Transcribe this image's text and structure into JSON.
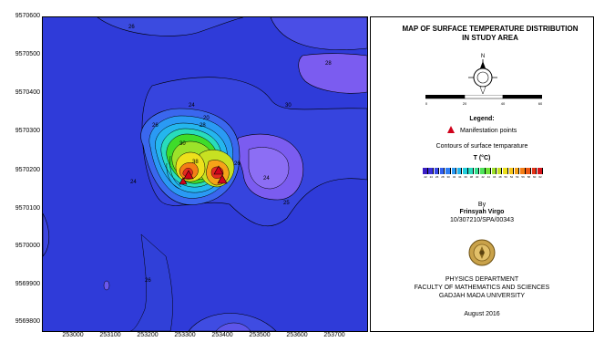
{
  "map": {
    "y_ticks": [
      "9570600",
      "9570500",
      "9570400",
      "9570300",
      "9570200",
      "9570100",
      "9570000",
      "9569900",
      "9569800"
    ],
    "x_ticks": [
      "253000",
      "253100",
      "253200",
      "253300",
      "253400",
      "253500",
      "253600",
      "253700"
    ],
    "contour_labels": [
      "26",
      "28",
      "30",
      "24",
      "20",
      "28",
      "26",
      "24",
      "30",
      "38",
      "26",
      "24",
      "25",
      "26"
    ],
    "colors": {
      "background": "#2f3bd9",
      "low": "#7b5cf0",
      "mid": "#23b9e8",
      "green": "#3fdc2a",
      "yellow": "#f0e81c",
      "orange": "#f39a18",
      "red": "#e32b1f"
    }
  },
  "panel": {
    "title_line1": "MAP OF SURFACE TEMPERATURE DISTRIBUTION",
    "title_line2": "IN STUDY AREA",
    "north_label": "N",
    "scale_labels": [
      "0",
      "20",
      "40",
      "60"
    ],
    "legend_title": "Legend:",
    "manifestation_label": "Manifestation points",
    "contours_label": "Contours of surface temparature",
    "units_label": "T (°C)",
    "colorbar_ticks": [
      "22",
      "24",
      "26",
      "28",
      "30",
      "32",
      "34",
      "36",
      "38",
      "40",
      "42",
      "44",
      "46",
      "48",
      "50",
      "52",
      "54",
      "56",
      "58",
      "60",
      "62"
    ],
    "colorbar_colors": [
      "#3a1ec4",
      "#3b2fdc",
      "#3849e8",
      "#3462f0",
      "#2f7ff4",
      "#2a9af4",
      "#24b6ee",
      "#22cedd",
      "#28dcbc",
      "#36e28e",
      "#4ee35a",
      "#72e33a",
      "#9ce22a",
      "#c7e122",
      "#ede01c",
      "#f7c61a",
      "#f6a318",
      "#f47e16",
      "#ef5a16",
      "#e73418",
      "#d8141a"
    ],
    "by_label": "By",
    "author": "Frinsyah Virgo",
    "student_id": "10/307210/SPA/00343",
    "department": "PHYSICS DEPARTMENT",
    "faculty": "FACULTY OF MATHEMATICS AND SCIENCES",
    "university": "GADJAH MADA UNIVERSITY",
    "date": "August 2016"
  }
}
